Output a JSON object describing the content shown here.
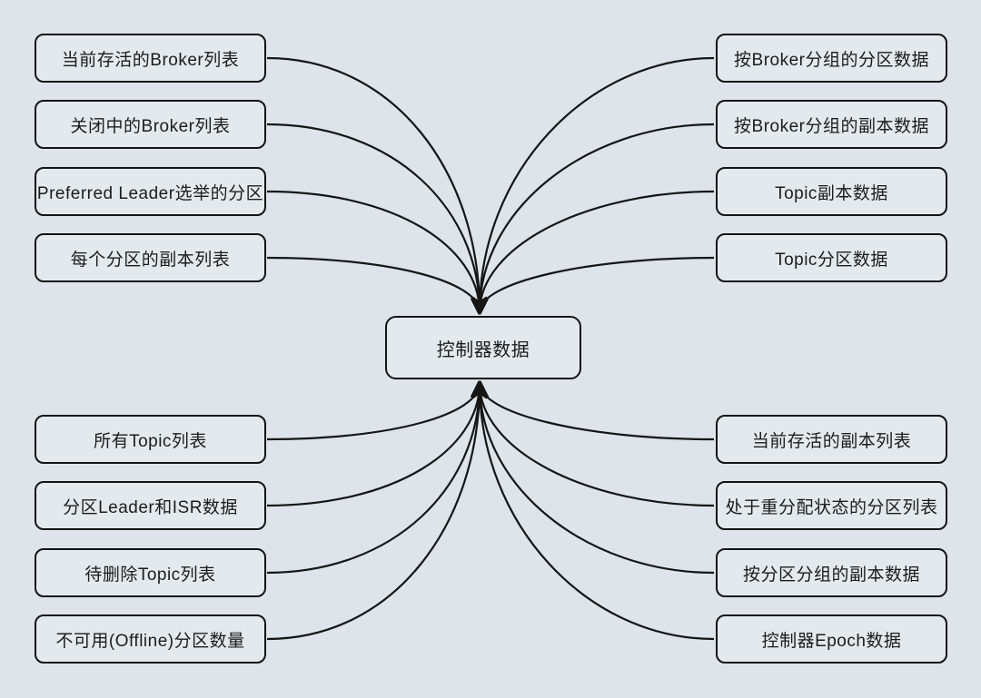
{
  "diagram": {
    "center_label": "控制器数据",
    "left_top": [
      "当前存活的Broker列表",
      "关闭中的Broker列表",
      "Preferred Leader选举的分区",
      "每个分区的副本列表"
    ],
    "left_bottom": [
      "所有Topic列表",
      "分区Leader和ISR数据",
      "待删除Topic列表",
      "不可用(Offline)分区数量"
    ],
    "right_top": [
      "按Broker分组的分区数据",
      "按Broker分组的副本数据",
      "Topic副本数据",
      "Topic分区数据"
    ],
    "right_bottom": [
      "当前存活的副本列表",
      "处于重分配状态的分区列表",
      "按分区分组的副本数据",
      "控制器Epoch数据"
    ]
  },
  "colors": {
    "background": "#dde5ea",
    "node_fill": "#e3e9ed",
    "stroke": "#161616",
    "text": "#1c1c1c"
  }
}
